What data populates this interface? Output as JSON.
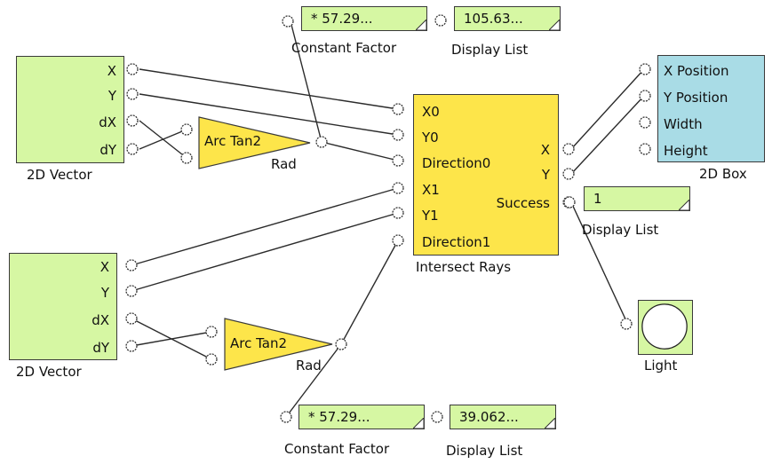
{
  "constant_factor_top": {
    "value": "* 57.29...",
    "caption": "Constant Factor"
  },
  "display_list_top": {
    "value": "105.63...",
    "caption": "Display List"
  },
  "constant_factor_bottom": {
    "value": "* 57.29...",
    "caption": "Constant Factor"
  },
  "display_list_bottom": {
    "value": "39.062...",
    "caption": "Display List"
  },
  "display_list_success": {
    "value": "1",
    "caption": "Display List"
  },
  "vector_top": {
    "caption": "2D Vector",
    "ports": [
      "X",
      "Y",
      "dX",
      "dY"
    ]
  },
  "vector_bottom": {
    "caption": "2D Vector",
    "ports": [
      "X",
      "Y",
      "dX",
      "dY"
    ]
  },
  "arctan_top": {
    "label": "Arc Tan2",
    "caption": "Rad"
  },
  "arctan_bottom": {
    "label": "Arc Tan2",
    "caption": "Rad"
  },
  "intersect": {
    "caption": "Intersect Rays",
    "inputs": [
      "X0",
      "Y0",
      "Direction0",
      "X1",
      "Y1",
      "Direction1"
    ],
    "outputs": [
      "X",
      "Y",
      "Success"
    ]
  },
  "box2d": {
    "caption": "2D Box",
    "ports": [
      "X Position",
      "Y Position",
      "Width",
      "Height"
    ]
  },
  "light": {
    "caption": "Light"
  },
  "colors": {
    "green": "#d6f7a3",
    "yellow": "#fde54a",
    "blue": "#a9dce6"
  }
}
